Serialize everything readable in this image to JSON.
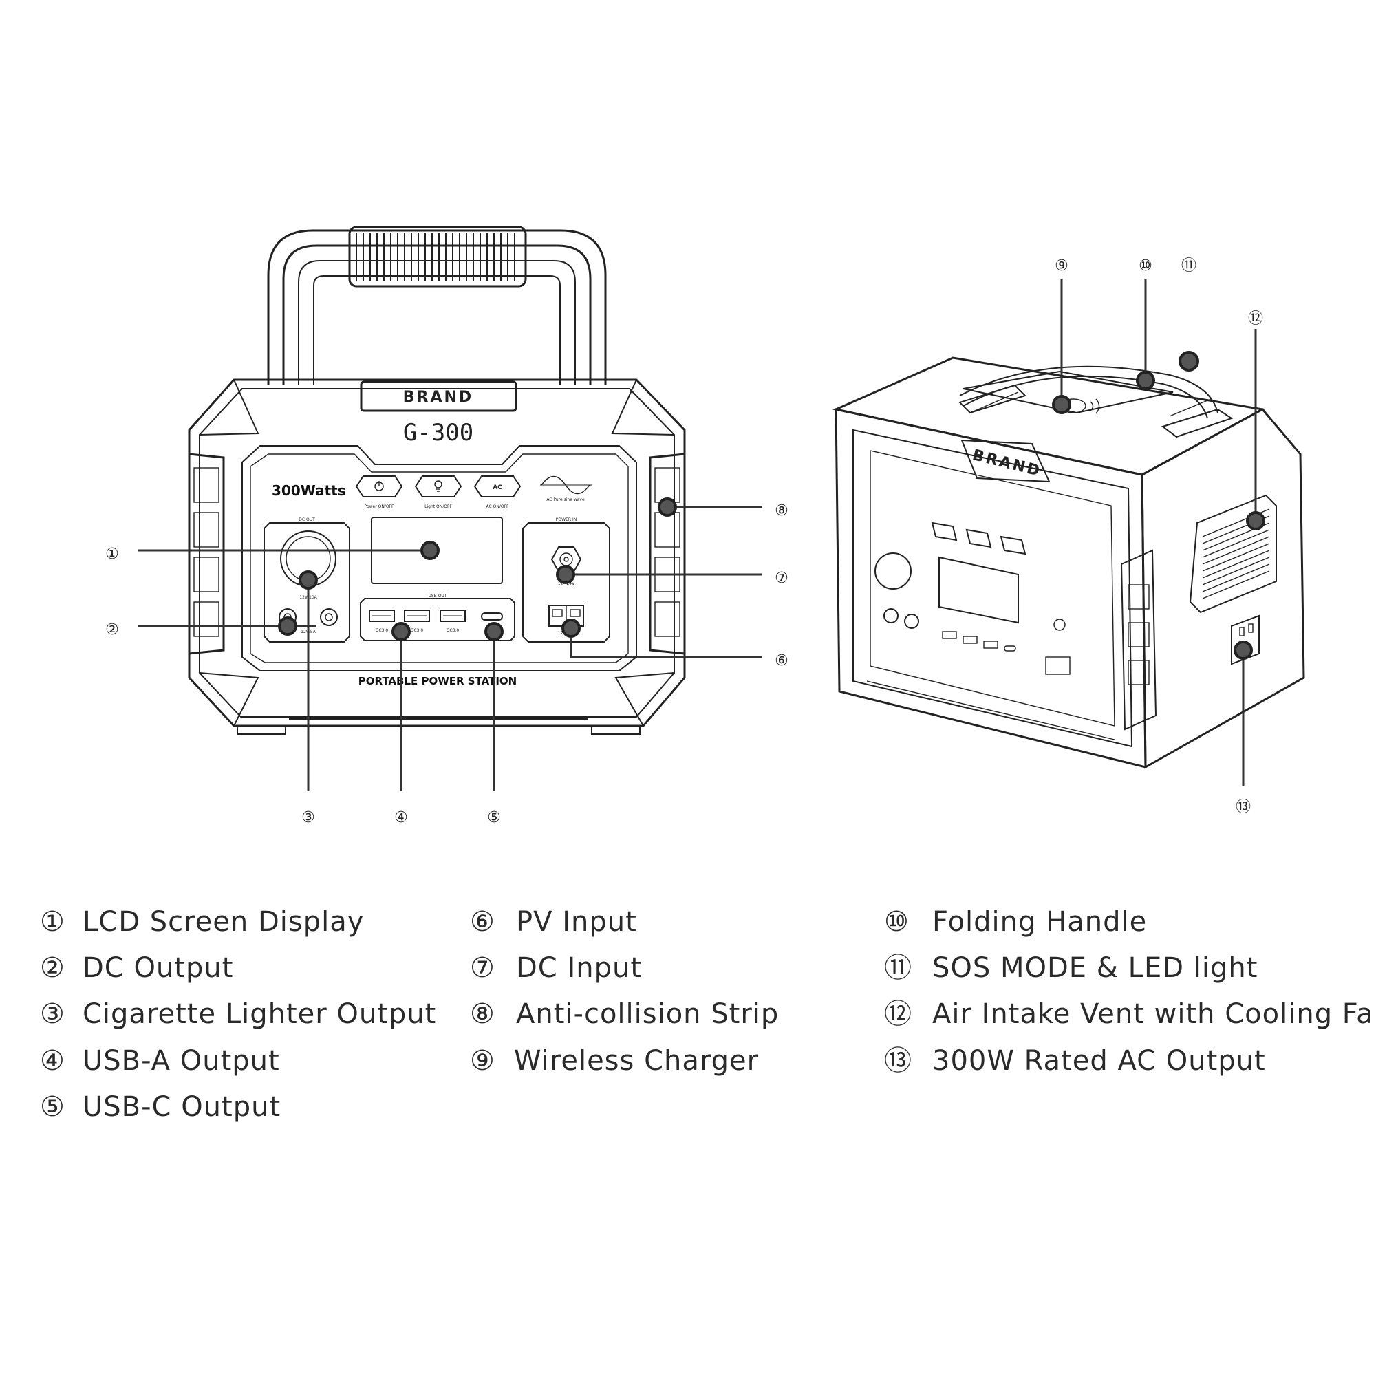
{
  "front_view": {
    "brand": "BRAND",
    "model": "G-300",
    "watts": "300Watts",
    "buttons": [
      {
        "icon": "power-icon",
        "label": "Power ON/OFF"
      },
      {
        "icon": "bulb-icon",
        "label": "Light ON/OFF",
        "text": ""
      },
      {
        "icon": "ac-icon",
        "label": "AC ON/OFF",
        "text": "AC"
      }
    ],
    "sine_label": "AC Pure sine wave",
    "dc_out_title": "DC OUT",
    "dc_out_rating_1": "12V/10A",
    "dc_out_rating_2": "12V/5A",
    "usb_out_title": "USB OUT",
    "usb_ports": [
      "QC3.0",
      "QC3.0",
      "QC3.0"
    ],
    "power_in_title": "POWER IN",
    "power_in_rating": "12~24V",
    "pv_rating": "12~24V",
    "station_label": "PORTABLE POWER STATION"
  },
  "side_view": {
    "brand": "BRAND"
  },
  "callouts": [
    "①",
    "②",
    "③",
    "④",
    "⑤",
    "⑥",
    "⑦",
    "⑧",
    "⑨",
    "⑩",
    "⑪",
    "⑫",
    "⑬"
  ],
  "legend": [
    {
      "num": "①",
      "text": "LCD Screen Display"
    },
    {
      "num": "②",
      "text": "DC Output"
    },
    {
      "num": "③",
      "text": "Cigarette Lighter Output"
    },
    {
      "num": "④",
      "text": "USB-A Output"
    },
    {
      "num": "⑤",
      "text": "USB-C Output"
    },
    {
      "num": "⑥",
      "text": "PV Input"
    },
    {
      "num": "⑦",
      "text": "DC Input"
    },
    {
      "num": "⑧",
      "text": "Anti-collision Strip"
    },
    {
      "num": "⑨",
      "text": "Wireless Charger"
    },
    {
      "num": "⑩",
      "text": "Folding Handle"
    },
    {
      "num": "⑪",
      "text": "SOS MODE & LED light"
    },
    {
      "num": "⑫",
      "text": "Air Intake Vent with Cooling Fan"
    },
    {
      "num": "⑬",
      "text": "300W Rated AC Output"
    }
  ]
}
